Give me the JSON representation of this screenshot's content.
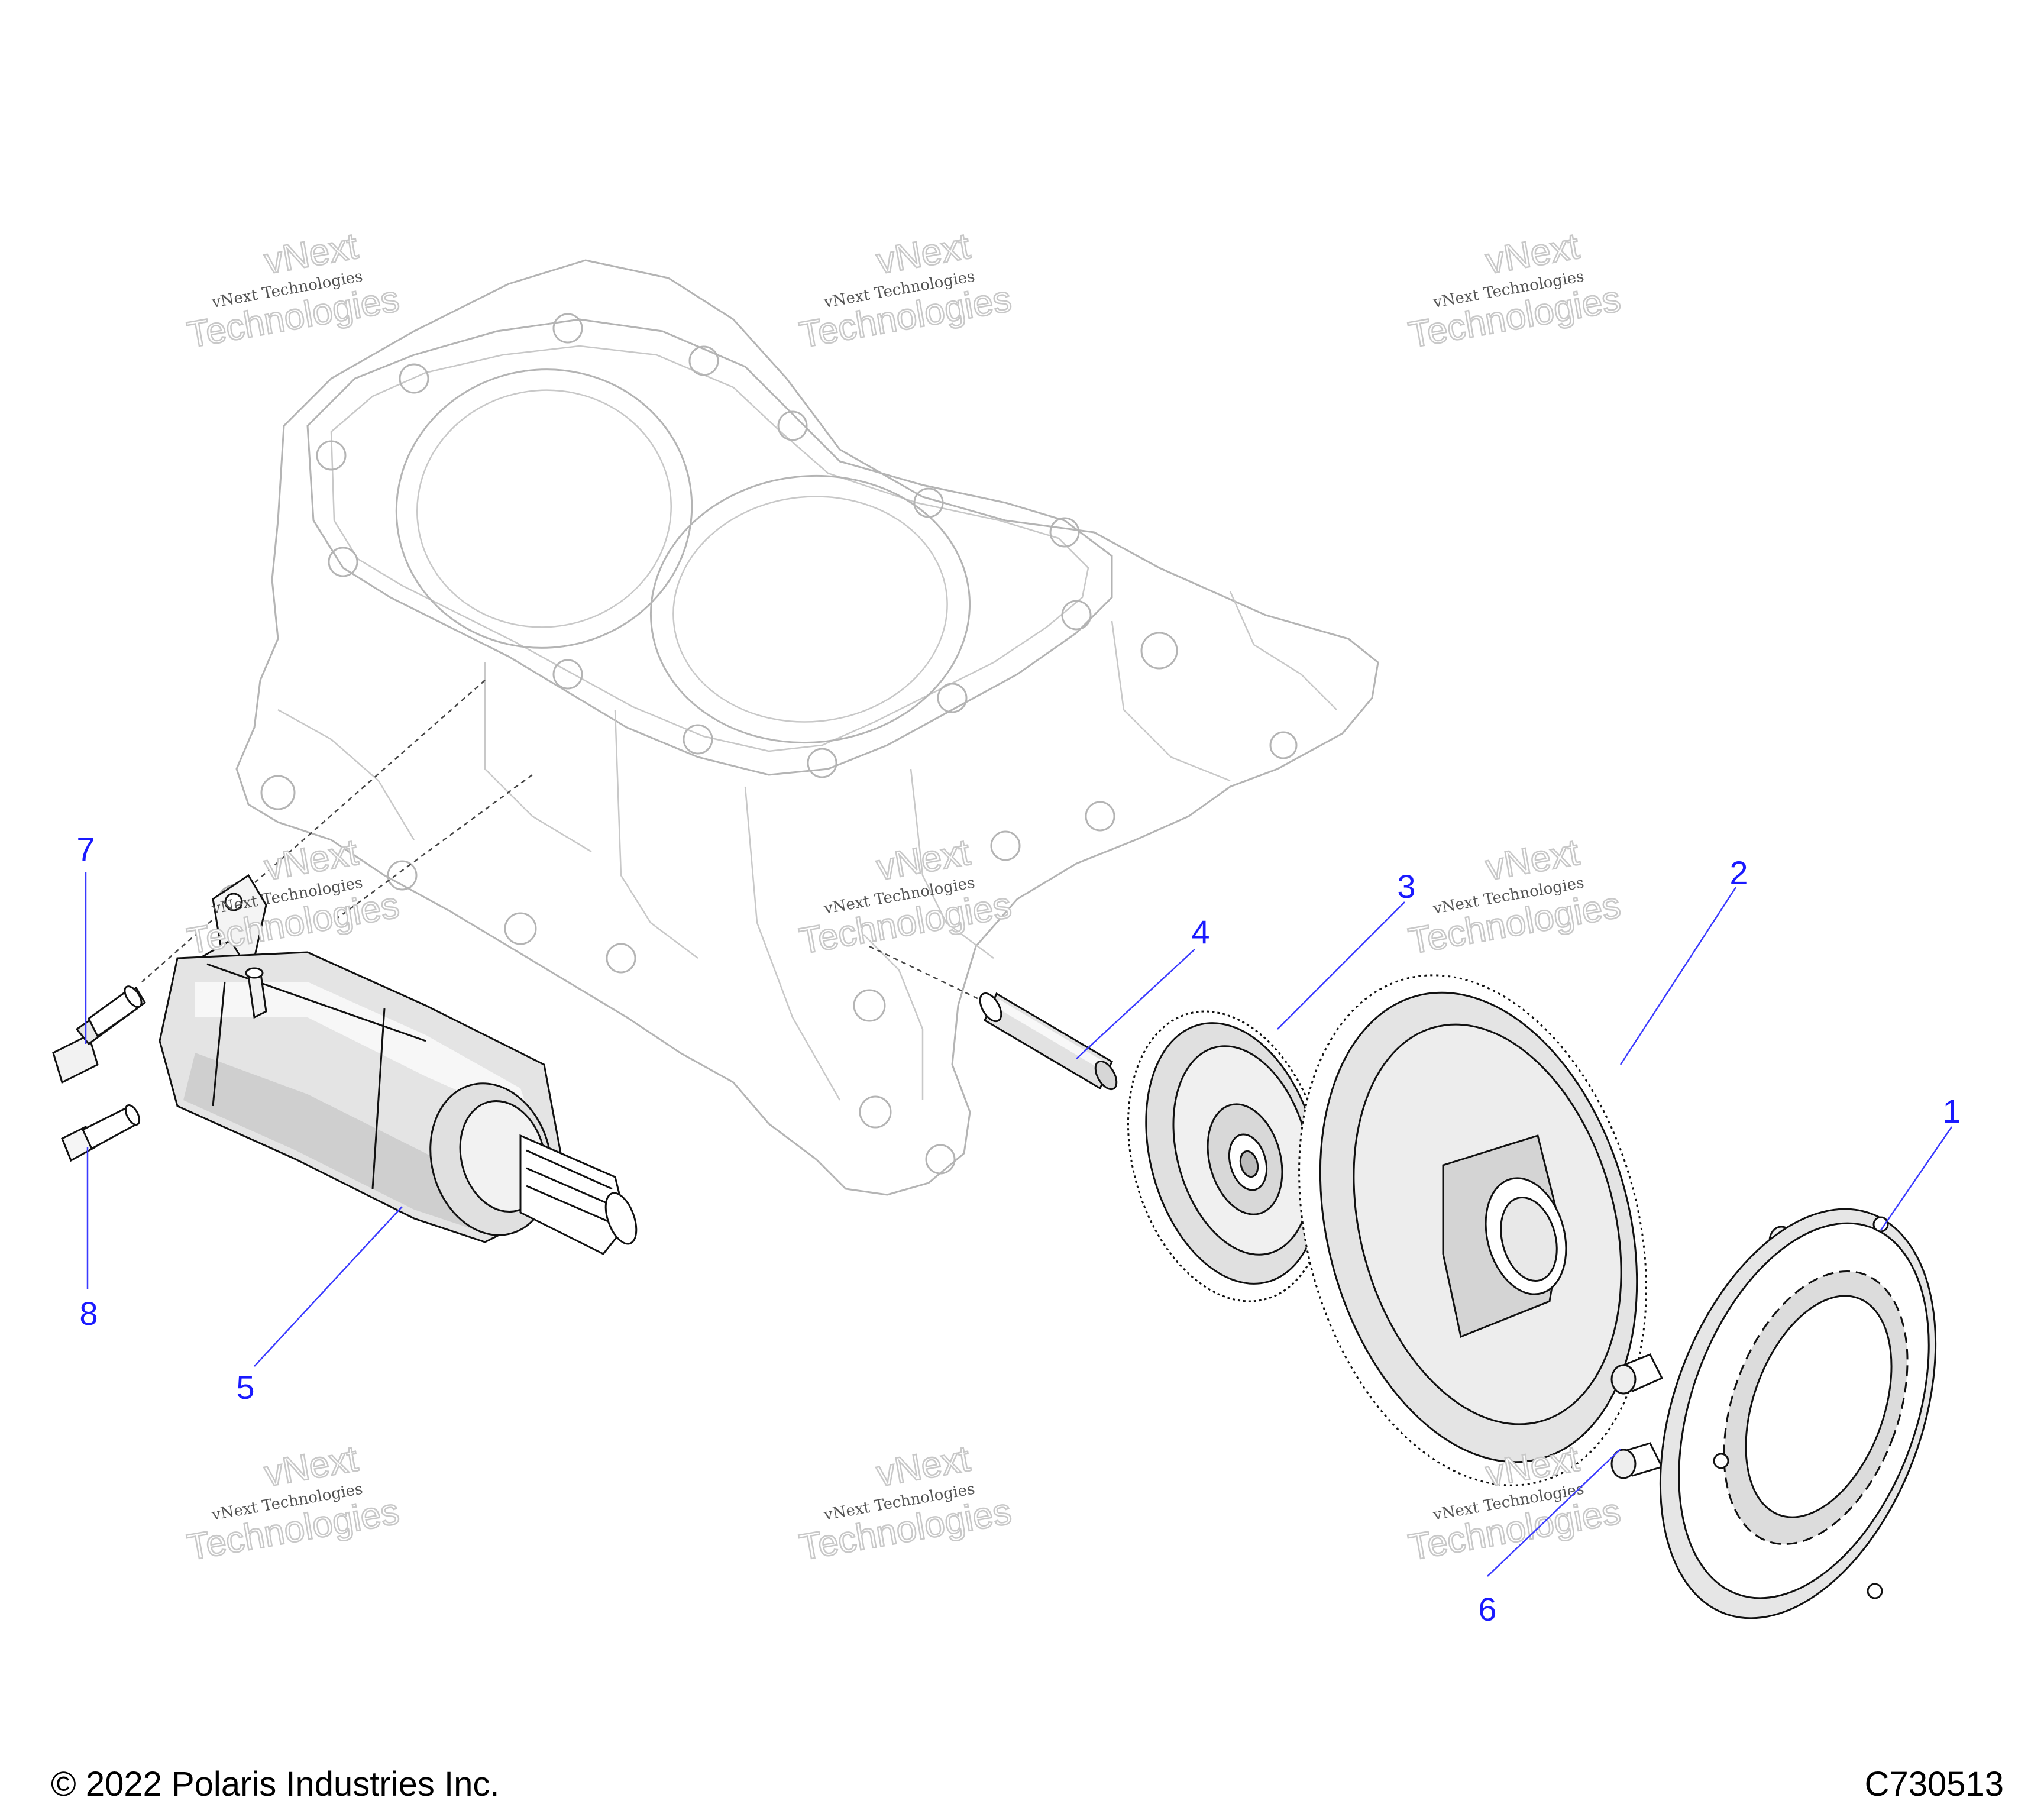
{
  "callouts": [
    {
      "id": "1",
      "label": "1"
    },
    {
      "id": "2",
      "label": "2"
    },
    {
      "id": "3",
      "label": "3"
    },
    {
      "id": "4",
      "label": "4"
    },
    {
      "id": "5",
      "label": "5"
    },
    {
      "id": "6",
      "label": "6"
    },
    {
      "id": "7",
      "label": "7"
    },
    {
      "id": "8",
      "label": "8"
    }
  ],
  "watermark": {
    "line1": "vNext",
    "line2": "vNext Technologies",
    "line3": "Technologies"
  },
  "footer": {
    "copyright": "© 2022 Polaris Industries Inc.",
    "figure_code": "C730513"
  },
  "colors": {
    "callout": "#1a1aff",
    "leader": "#3a3aff",
    "background": "#ffffff"
  }
}
